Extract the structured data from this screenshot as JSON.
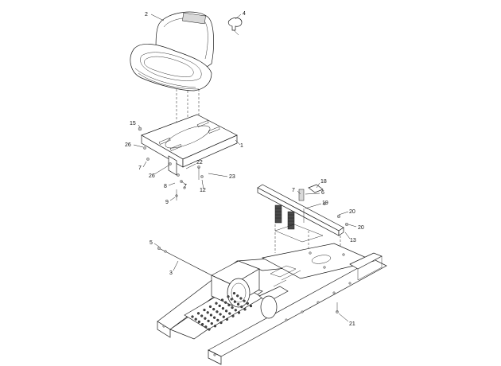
{
  "diagram": {
    "callouts": {
      "c1": "1",
      "c2": "2",
      "c3": "3",
      "c4": "4",
      "c5": "5",
      "c6": "6",
      "c7a": "7",
      "c7b": "7",
      "c7c": "7",
      "c8": "8",
      "c9": "9",
      "c12": "12",
      "c13": "13",
      "c15": "15",
      "c18": "18",
      "c19": "19",
      "c20a": "20",
      "c20b": "20",
      "c21": "21",
      "c22": "22",
      "c23": "23",
      "c26a": "26",
      "c26b": "26"
    }
  }
}
